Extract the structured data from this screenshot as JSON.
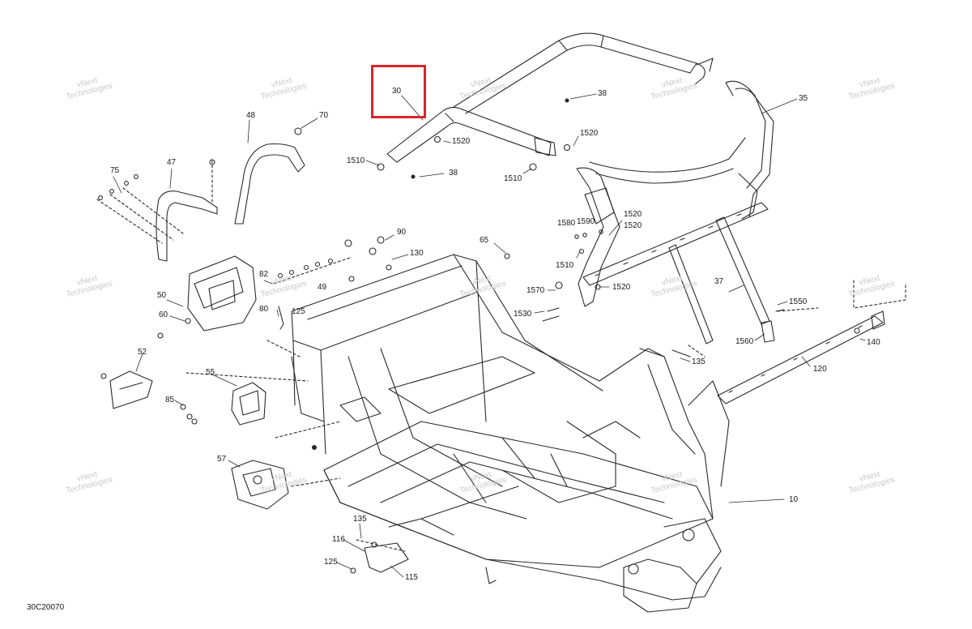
{
  "diagram_id": "30C20070",
  "watermark_lines": [
    "vNext",
    "Technologies"
  ],
  "highlight_color": "#d9262b",
  "highlighted_part": "30",
  "callouts": [
    "30",
    "38",
    "38",
    "35",
    "1520",
    "1520",
    "1510",
    "1510",
    "1520",
    "1580",
    "1590",
    "1520",
    "48",
    "70",
    "47",
    "75",
    "90",
    "130",
    "65",
    "1510",
    "1520",
    "1570",
    "1530",
    "82",
    "49",
    "80",
    "125",
    "50",
    "60",
    "37",
    "1550",
    "1560",
    "140",
    "52",
    "55",
    "85",
    "135",
    "120",
    "57",
    "10",
    "135",
    "116",
    "125",
    "115"
  ]
}
